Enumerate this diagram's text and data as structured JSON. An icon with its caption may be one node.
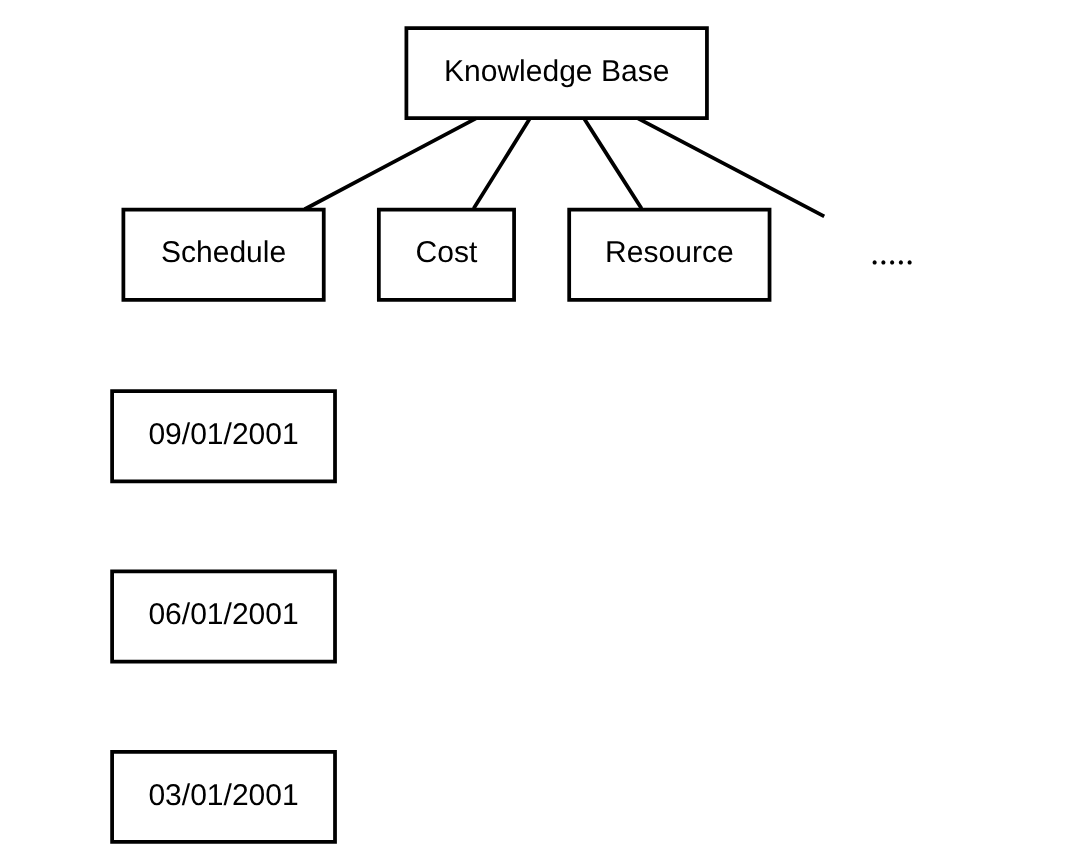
{
  "diagram": {
    "nodes": [
      {
        "text": [
          "Knowledge Base"
        ]
      },
      {
        "text": [
          "Schedule"
        ]
      },
      {
        "text": [
          "Cost"
        ]
      },
      {
        "text": [
          "Resource"
        ]
      },
      {
        "text": [
          "....."
        ]
      },
      {
        "text": [
          "09/01/2001"
        ]
      },
      {
        "text": [
          "06/01/2001"
        ]
      },
      {
        "text": [
          "03/01/2001"
        ]
      }
    ],
    "edges": [
      {
        "from": 0,
        "to": 1,
        "arrow": "none"
      },
      {
        "from": 0,
        "to": 2,
        "arrow": "none"
      },
      {
        "from": 0,
        "to": 3,
        "arrow": "none"
      },
      {
        "from": 0,
        "to": 4,
        "arrow": "none"
      }
    ]
  }
}
